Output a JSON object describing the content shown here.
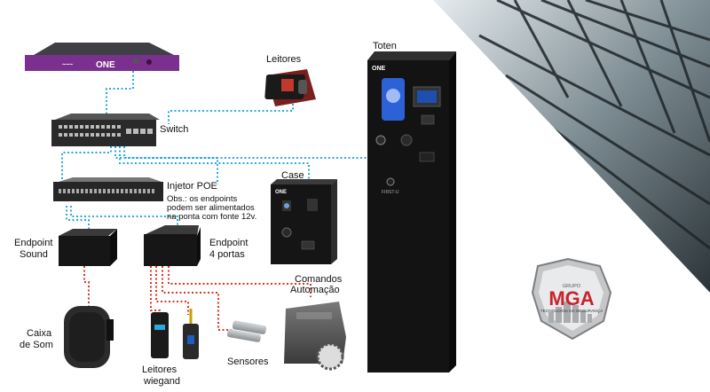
{
  "labels": {
    "leitores_top": "Leitores",
    "switch": "Switch",
    "case": "Case",
    "injetor_poe": "Injetor POE",
    "obs_line1": "Obs.: os endpoints",
    "obs_line2": "podem ser alimentados",
    "obs_line3": "na ponta com fonte 12v.",
    "endpoint_sound_line1": "Endpoint",
    "endpoint_sound_line2": "Sound",
    "endpoint_4_line1": "Endpoint",
    "endpoint_4_line2": "4 portas",
    "comandos_line1": "Comandos",
    "comandos_line2": "Automação",
    "caixa_line1": "Caixa",
    "caixa_line2": "de Som",
    "leitores_wiegand_line1": "Leitores",
    "leitores_wiegand_line2": "wiegand",
    "sensores": "Sensores",
    "toten": "Toten"
  },
  "device_text": {
    "server_brand": "ONE",
    "case_brand": "ONE",
    "toten_brand": "ONE",
    "toten_footer": "FIRST-U"
  },
  "logo": {
    "top": "GRUPO",
    "main": "MGA",
    "sub": "TECNOLOGIA DA SEGURANÇA"
  },
  "colors": {
    "network_line": "#29a9e0",
    "wiegand_line": "#e0302a",
    "device_body": "#1c1c1c",
    "server_purple": "#7b2f8e",
    "toten_screen": "#2d62d6"
  }
}
